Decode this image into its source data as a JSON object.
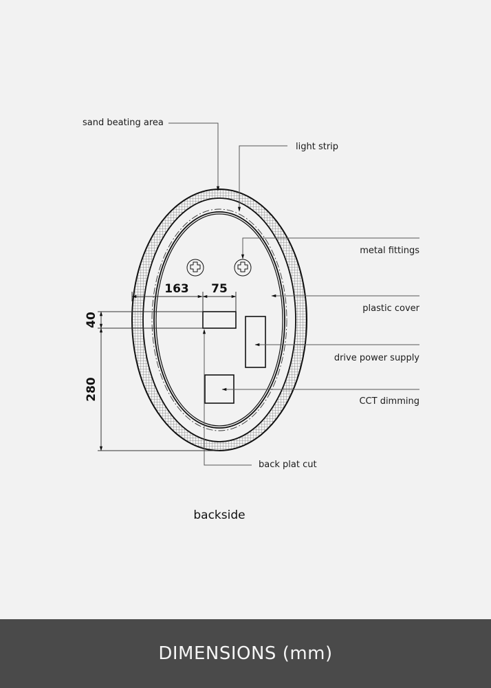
{
  "diagram": {
    "labels": {
      "sand_beating_area": "sand beating area",
      "light_strip": "light strip",
      "metal_fittings": "metal fittings",
      "plastic_cover": "plastic cover",
      "drive_power_supply": "drive power supply",
      "cct_dimming": "CCT dimming",
      "back_plat_cut": "back plat cut"
    },
    "dimensions": {
      "horizontal_offset": "163",
      "cutout_width": "75",
      "cutout_height": "40",
      "cutout_bottom_offset": "280"
    },
    "caption": "backside"
  },
  "footer": {
    "title": "DIMENSIONS (mm)"
  },
  "colors": {
    "background": "#f2f2f2",
    "footer_background": "#4a4a4a",
    "footer_text": "#f5f5f5",
    "line": "#1a1a1a",
    "leader": "#555555"
  }
}
